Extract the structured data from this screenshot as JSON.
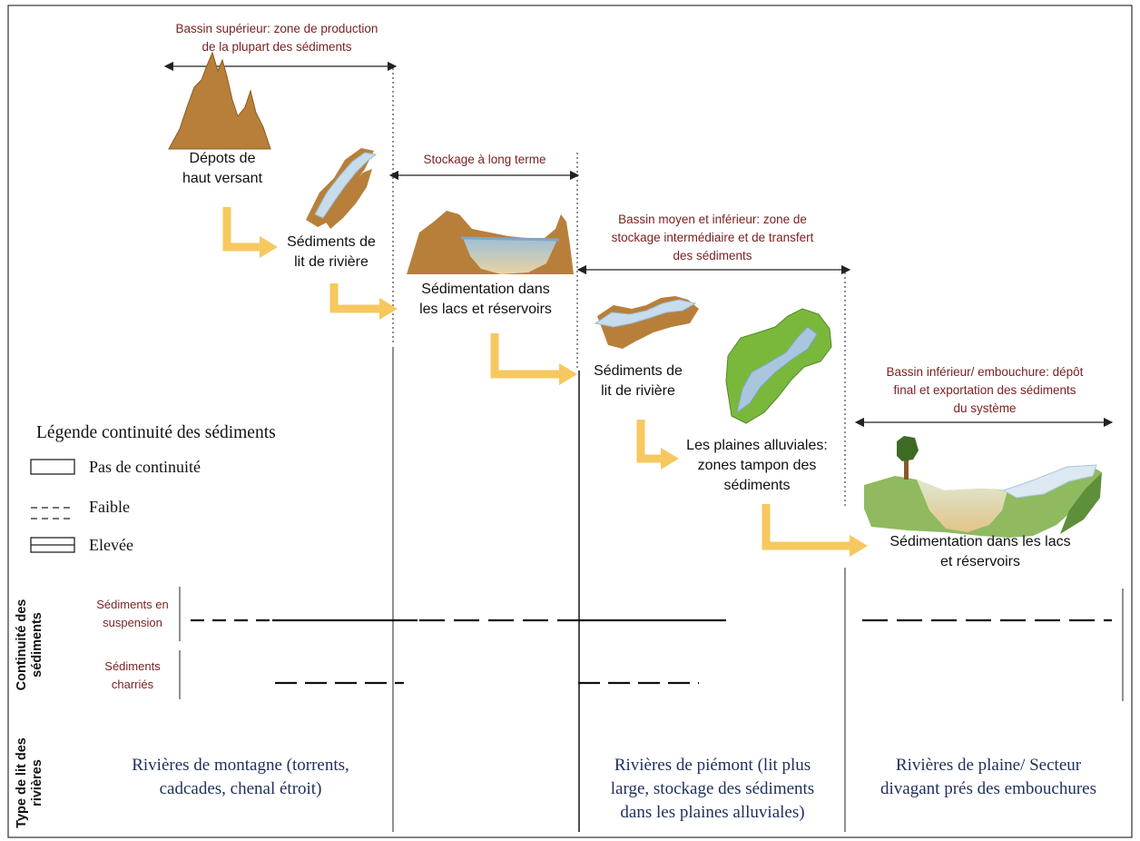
{
  "zones": {
    "upper_basin": "Bassin supérieur: zone de production\nde la plupart des sédiments",
    "long_term_storage": "Stockage à long terme",
    "middle_basin": "Bassin moyen et inférieur: zone de\nstockage intermédiaire et de transfert\ndes sédiments",
    "lower_basin": "Bassin inférieur/ embouchure: dépôt\nfinal et exportation des sédiments\ndu système"
  },
  "stages": {
    "hillslope_deposits": "Dépots de\nhaut versant",
    "riverbed_1": "Sédiments de\nlit de rivière",
    "lakes_1": "Sédimentation dans\nles lacs et réservoirs",
    "riverbed_2": "Sédiments de\nlit de rivière",
    "floodplains": "Les plaines alluviales:\nzones tampon des\nsédiments",
    "lakes_2": "Sédimentation dans les lacs\net réservoirs"
  },
  "legend": {
    "title": "Légende continuité des sédiments",
    "items": [
      "Pas de continuité",
      "Faible",
      "Elevée"
    ]
  },
  "rows": {
    "continuity_label": "Continuité des\nsédiments",
    "suspended": "Sédiments en\nsuspension",
    "bedload": "Sédiments\ncharriés",
    "river_type_label": "Type de lit des\nrivières"
  },
  "river_types": {
    "mountain": "Rivières de montagne (torrents,\ncadcades, chenal étroit)",
    "piedmont": "Rivières de piémont (lit plus\nlarge, stockage des sédiments\ndans les plaines alluviales)",
    "plain": "Rivières de plaine/ Secteur\ndivagant prés des embouchures"
  },
  "colors": {
    "arrow": "#f7c85f",
    "sediment": "#b87f3a",
    "water": "#a9c6de",
    "vegetation": "#7ab83c",
    "zone_text": "#7a1f1f",
    "river_type_text": "#1f2f5c"
  }
}
